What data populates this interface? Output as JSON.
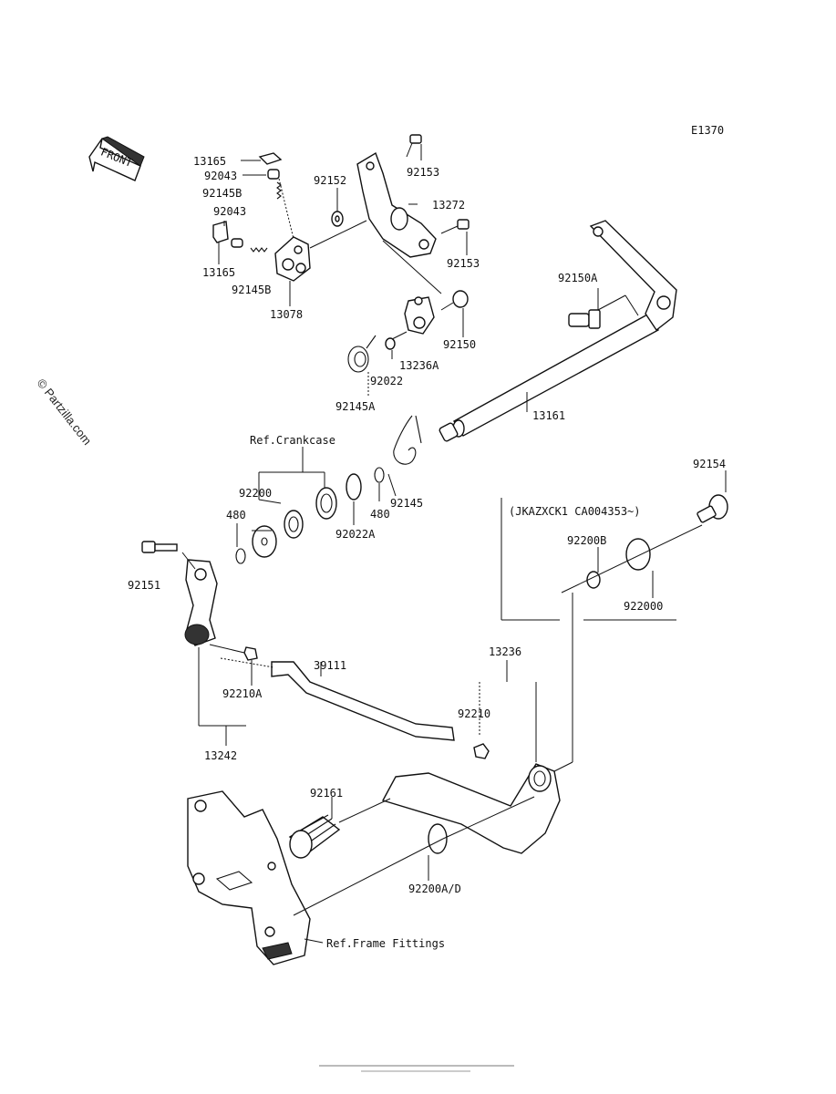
{
  "diagram": {
    "code": "E1370",
    "front_label": "FRONT",
    "watermark": "© Partzilla.com",
    "variant_note": "(JKAZXCK1 CA004353~)",
    "ref_crankcase": "Ref.Crankcase",
    "ref_frame": "Ref.Frame Fittings",
    "footer_fine_print": "",
    "callouts": {
      "c13165a": "13165",
      "c92043a": "92043",
      "c92145Ba": "92145B",
      "c92043b": "92043",
      "c13165b": "13165",
      "c92145Bb": "92145B",
      "c13078": "13078",
      "c92152": "92152",
      "c92153a": "92153",
      "c13272": "13272",
      "c92153b": "92153",
      "c92150A": "92150A",
      "c92150": "92150",
      "c13236A": "13236A",
      "c92022": "92022",
      "c92145A": "92145A",
      "c13161": "13161",
      "c92200": "92200",
      "c480a": "480",
      "c92022A": "92022A",
      "c480b": "480",
      "c92145": "92145",
      "c92154": "92154",
      "c92200B": "92200B",
      "c922000": "922000",
      "c92151": "92151",
      "c39111": "39111",
      "c13236": "13236",
      "c92210A": "92210A",
      "c92210": "92210",
      "c13242": "13242",
      "c92161": "92161",
      "c92200AD": "92200A/D"
    }
  }
}
